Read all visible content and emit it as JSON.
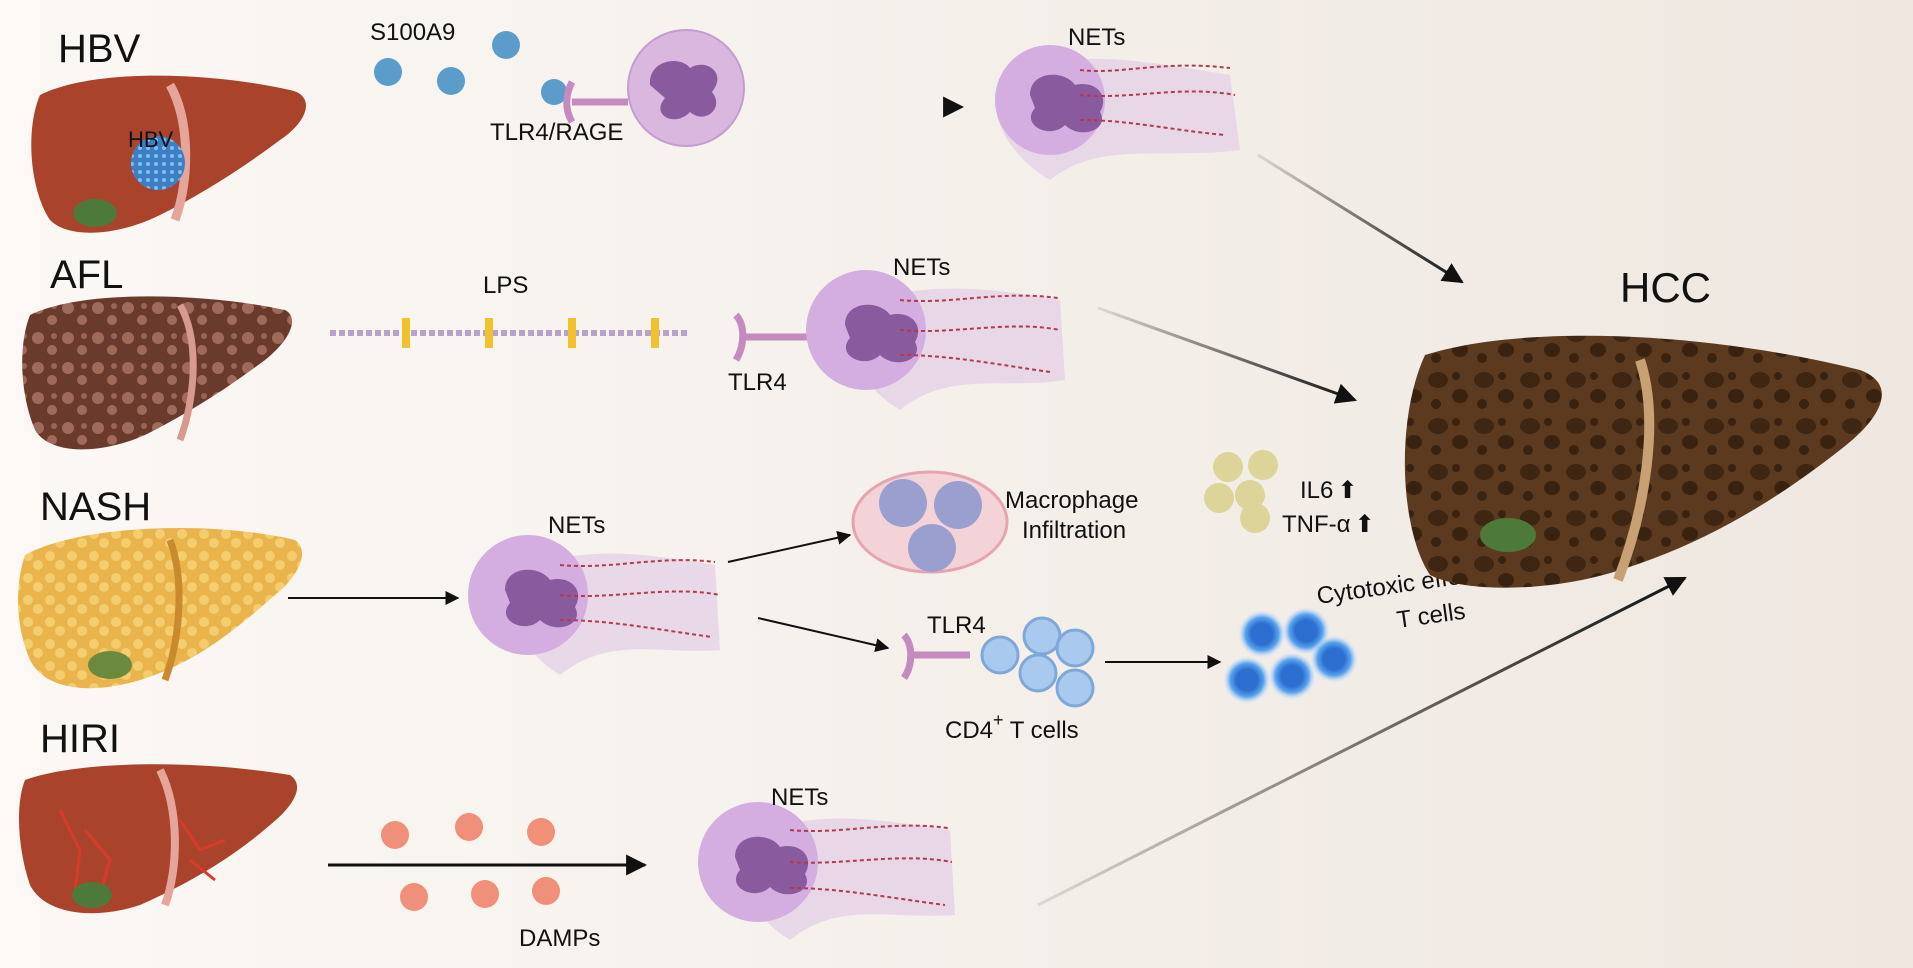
{
  "diseases": {
    "hbv": "HBV",
    "afl": "AFL",
    "nash": "NASH",
    "hiri": "HIRI",
    "hbv_virus_label": "HBV"
  },
  "outcome": {
    "hcc": "HCC"
  },
  "labels": {
    "s100a9": "S100A9",
    "tlr4_rage": "TLR4/RAGE",
    "lps": "LPS",
    "tlr4_afl": "TLR4",
    "tlr4_nash": "TLR4",
    "nets_hbv": "NETs",
    "nets_afl": "NETs",
    "nets_nash": "NETs",
    "nets_hiri": "NETs",
    "macrophage_line1": "Macrophage",
    "macrophage_line2": "Infiltration",
    "cd4_prefix": "CD4",
    "cd4_sup": "+",
    "cd4_suffix": " T cells",
    "cytotoxic_line1": "Cytotoxic effector",
    "cytotoxic_line2": "T cells",
    "il6": "IL6",
    "tnfa": "TNF-α",
    "damps": "DAMPs"
  },
  "colors": {
    "background": "#f6f1ec",
    "liver_red": "#a9432c",
    "liver_afl": "#6b3a2c",
    "liver_nash": "#e8b34a",
    "liver_hcc": "#5a3a22",
    "neutrophil": "#d9b7df",
    "neutrophil_nucleus": "#8a5a9e",
    "s100a9": "#5b9ccb",
    "damps": "#f08f7a",
    "cytokine": "#ddd49a",
    "t_cell": "#3d86d6",
    "macrophage": "#9a9fd0",
    "arrow": "#111111"
  }
}
